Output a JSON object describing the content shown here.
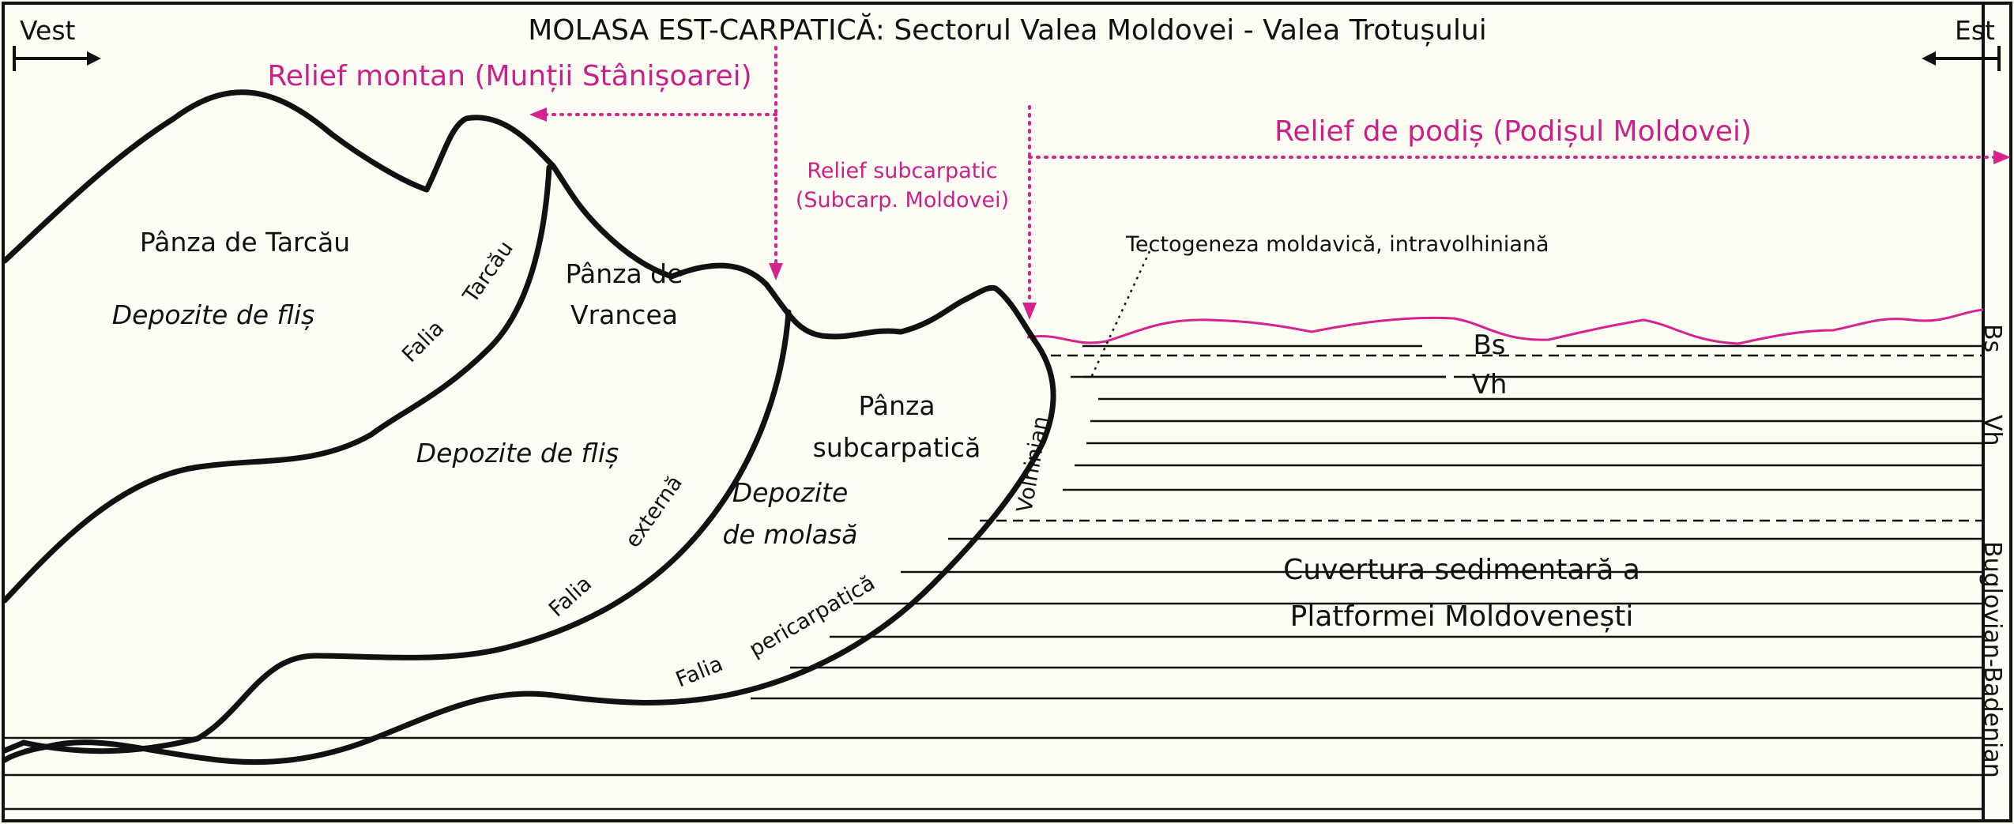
{
  "title": "MOLASA EST-CARPATICĂ: Sectorul Valea Moldovei - Valea Trotușului",
  "directions": {
    "west": "Vest",
    "east": "Est"
  },
  "relief": {
    "montan": "Relief montan (Munții Stânișoarei)",
    "subcarpatic_1": "Relief subcarpatic",
    "subcarpatic_2": "(Subcarp. Moldovei)",
    "podis": "Relief de podiș (Podișul Moldovei)"
  },
  "units": {
    "tarcau": "Pânza de Tarcău",
    "vrancea_1": "Pânza de",
    "vrancea_2": "Vrancea",
    "subcarpatica_1": "Pânza",
    "subcarpatica_2": "subcarpatică"
  },
  "deposits": {
    "flis_1": "Depozite de fliș",
    "flis_2": "Depozite de fliș",
    "molasa_1": "Depozite",
    "molasa_2": "de molasă"
  },
  "faults": {
    "tarcau_1": "Falia",
    "tarcau_2": "Tarcău",
    "externa_1": "Falia",
    "externa_2": "externă",
    "peri_1": "Falia",
    "peri_2": "pericarpatică"
  },
  "annotations": {
    "tectogeneza": "Tectogeneza moldavică, intravolhiniană",
    "volhinian": "Volhinian",
    "bs": "Bs",
    "vh": "Vh",
    "cuvertura_1": "Cuvertura sedimentară a",
    "cuvertura_2": "Platformei Moldovenești"
  },
  "side_labels": {
    "bs": "Bs",
    "vh": "Vh",
    "buglovian": "Buglovian-Badenian"
  },
  "colors": {
    "accent": "#c9218a",
    "ink": "#111111",
    "background": "#fdfcf3"
  }
}
